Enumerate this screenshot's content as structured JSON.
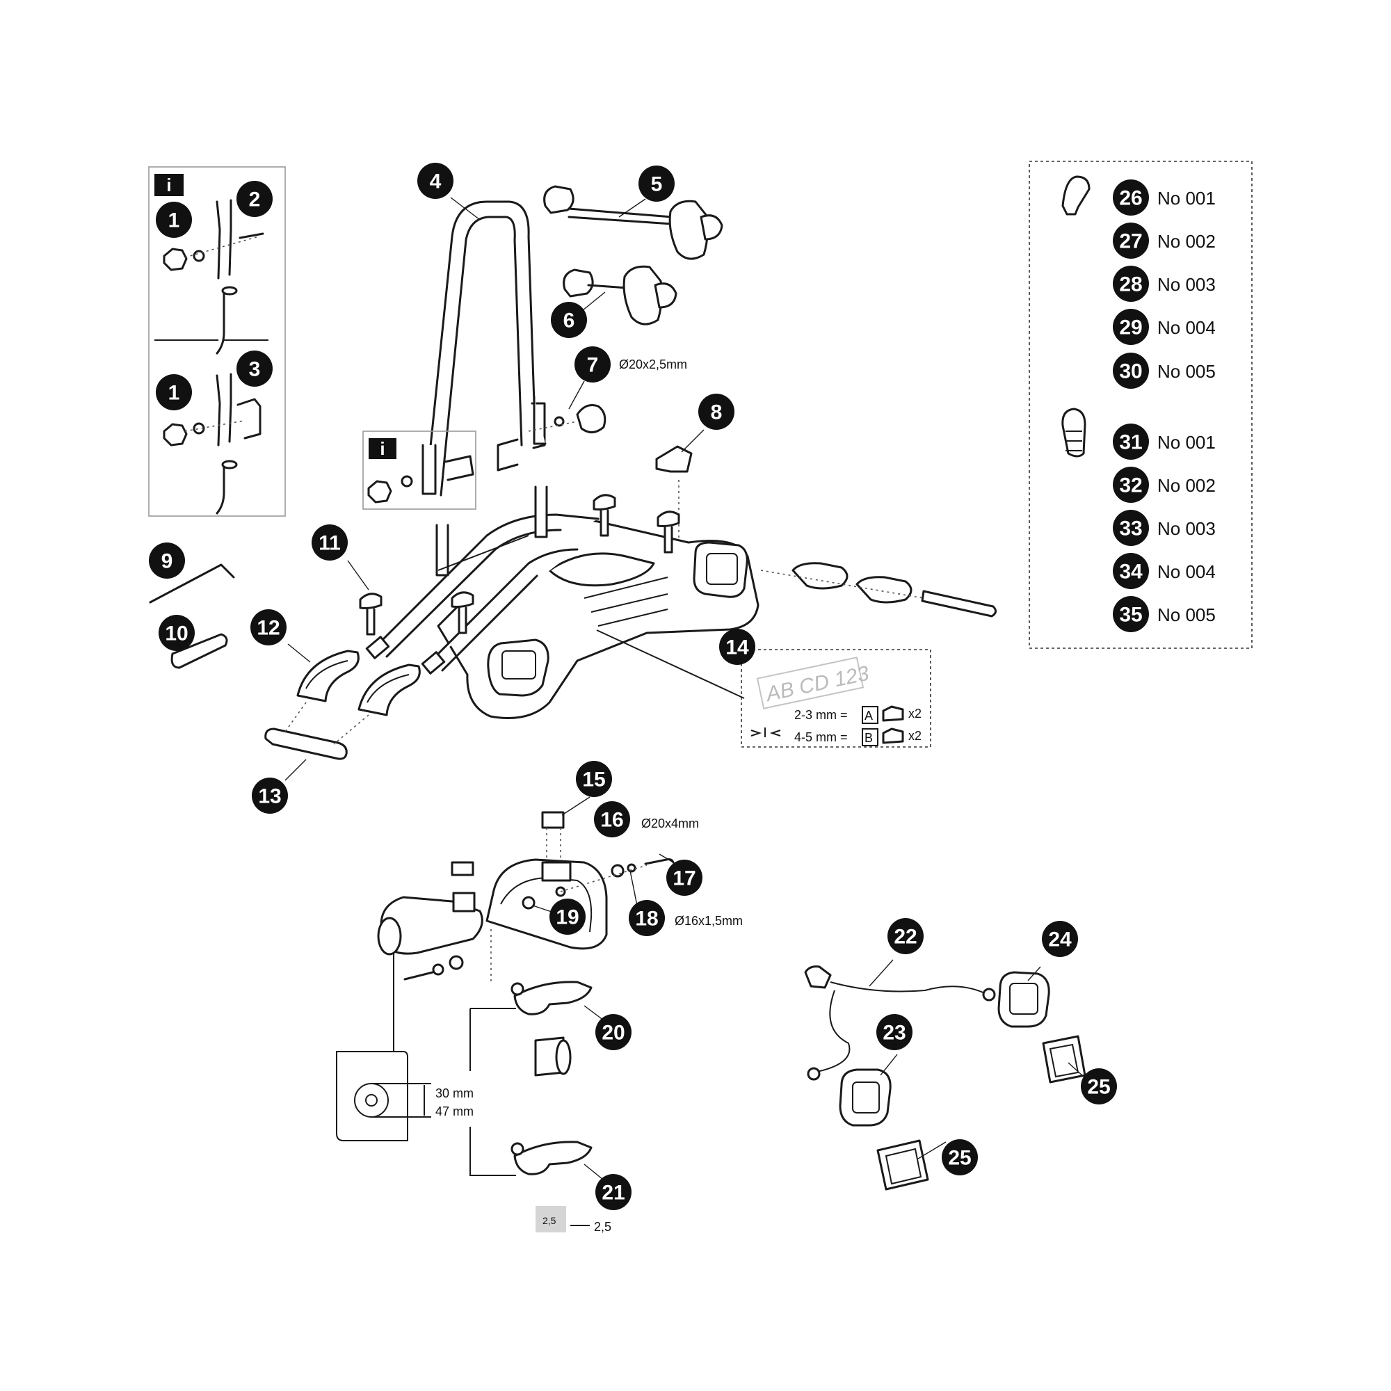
{
  "info_symbol": "i",
  "badges": [
    "1",
    "1",
    "2",
    "3",
    "4",
    "5",
    "6",
    "7",
    "8",
    "9",
    "10",
    "11",
    "12",
    "13",
    "14",
    "15",
    "16",
    "17",
    "18",
    "19",
    "20",
    "21",
    "22",
    "23",
    "24",
    "25",
    "25",
    "26",
    "27",
    "28",
    "29",
    "30",
    "31",
    "32",
    "33",
    "34",
    "35"
  ],
  "specs": {
    "part7": "Ø20x2,5mm",
    "part16": "Ø20x4mm",
    "part18": "Ø16x1,5mm"
  },
  "plate": {
    "text": "AB CD 123",
    "row1": "2-3 mm =",
    "letter_a": "A",
    "row2": "4-5 mm =",
    "letter_b": "B",
    "qty": "x2"
  },
  "dimensions": {
    "d1": "30 mm",
    "d2": "47 mm",
    "gauge": "2,5",
    "gauge_label": "2,5"
  },
  "codes": {
    "c26": "No 001",
    "c27": "No 002",
    "c28": "No 003",
    "c29": "No 004",
    "c30": "No 005",
    "c31": "No 001",
    "c32": "No 002",
    "c33": "No 003",
    "c34": "No 004",
    "c35": "No 005"
  }
}
